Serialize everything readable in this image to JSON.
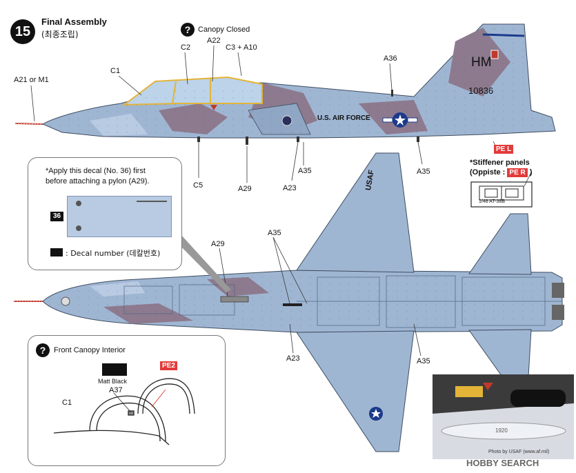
{
  "step": {
    "number": "15",
    "title": "Final Assembly",
    "subtitle": "(최종조립)"
  },
  "canopy_closed": {
    "icon": "?",
    "label": "Canopy Closed"
  },
  "side_view_labels": {
    "a21_m1": "A21 or M1",
    "c1": "C1",
    "c2": "C2",
    "a22": "A22",
    "c3_a10": "C3 + A10",
    "a36": "A36",
    "c5": "C5",
    "a29": "A29",
    "a23": "A23",
    "a35a": "A35",
    "a35b": "A35",
    "hm": "HM",
    "serial": "10836",
    "usaf": "U.S. AIR FORCE"
  },
  "stiffener": {
    "pe_l": "PE L",
    "line1": "*Stiffener panels",
    "line2": "(Oppiste :",
    "pe_r": "PE R",
    "line2_end": ")",
    "plate_text": "1/48 AT-38B"
  },
  "decal_callout": {
    "line1": "*Apply this decal (No. 36) first",
    "line2": "before attaching a pylon (A29).",
    "decal_no": "36",
    "legend": ": Decal number (데칼번호)"
  },
  "bottom_view_labels": {
    "a29": "A29",
    "a35a": "A35",
    "a23": "A23",
    "a35b": "A35",
    "usaf_wing": "USAF"
  },
  "canopy_interior": {
    "icon": "?",
    "title": "Front Canopy Interior",
    "matt_black": "Matt Black",
    "pe2": "PE2",
    "a37": "A37",
    "c1": "C1"
  },
  "photo": {
    "credit": "Photo by USAF (www.af.mil)",
    "watermark": "HOBBY SEARCH",
    "tank_text": "1920"
  },
  "colors": {
    "camo_blue": "#9fb6d3",
    "camo_light": "#b9cbe2",
    "camo_purple": "#8d7a8e",
    "pe_red": "#e23b3b",
    "canopy_yellow": "#e3b437"
  }
}
